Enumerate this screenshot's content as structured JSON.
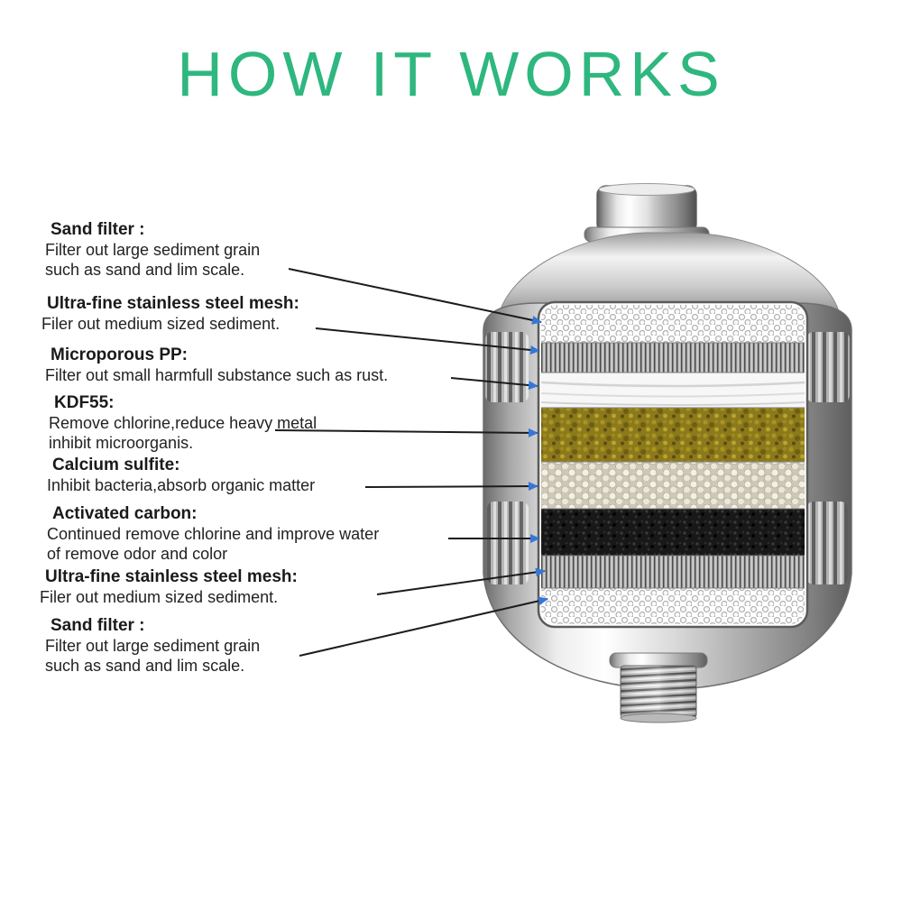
{
  "title": "HOW IT WORKS",
  "colors": {
    "accent": "#2eb77e",
    "arrow": "#3577d8",
    "line": "#1c1c1c",
    "background": "#ffffff",
    "kdf_gold": "#8b791c",
    "carbon_black": "#181818",
    "bead_white": "#f4f0e4",
    "mesh_gray": "#adadad"
  },
  "sections": [
    {
      "heading": "Sand filter  :",
      "description": "Filter out large sediment grain\nsuch as sand and lim scale."
    },
    {
      "heading": "Ultra-fine stainless steel mesh:",
      "description": "Filer out medium sized sediment."
    },
    {
      "heading": "Microporous PP:",
      "description": "Filter out small harmfull substance such as rust."
    },
    {
      "heading": "KDF55:",
      "description": "Remove chlorine,reduce heavy metal\ninhibit microorganis."
    },
    {
      "heading": "Calcium sulfite:",
      "description": "Inhibit bacteria,absorb organic matter"
    },
    {
      "heading": "Activated carbon:",
      "description": "Continued remove chlorine and improve water\nof remove odor and color"
    },
    {
      "heading": "Ultra-fine stainless steel mesh:",
      "description": "Filer out medium sized sediment."
    },
    {
      "heading": "Sand filter  :",
      "description": "Filter out large sediment grain\nsuch as sand and lim scale."
    }
  ],
  "filter_layers": [
    "white-perforated-disc",
    "stainless-steel-mesh",
    "white-microporous-pp",
    "gold-kdf55-granules",
    "white-calcium-sulfite-beads",
    "black-activated-carbon-granules",
    "stainless-steel-mesh",
    "white-perforated-disc"
  ]
}
